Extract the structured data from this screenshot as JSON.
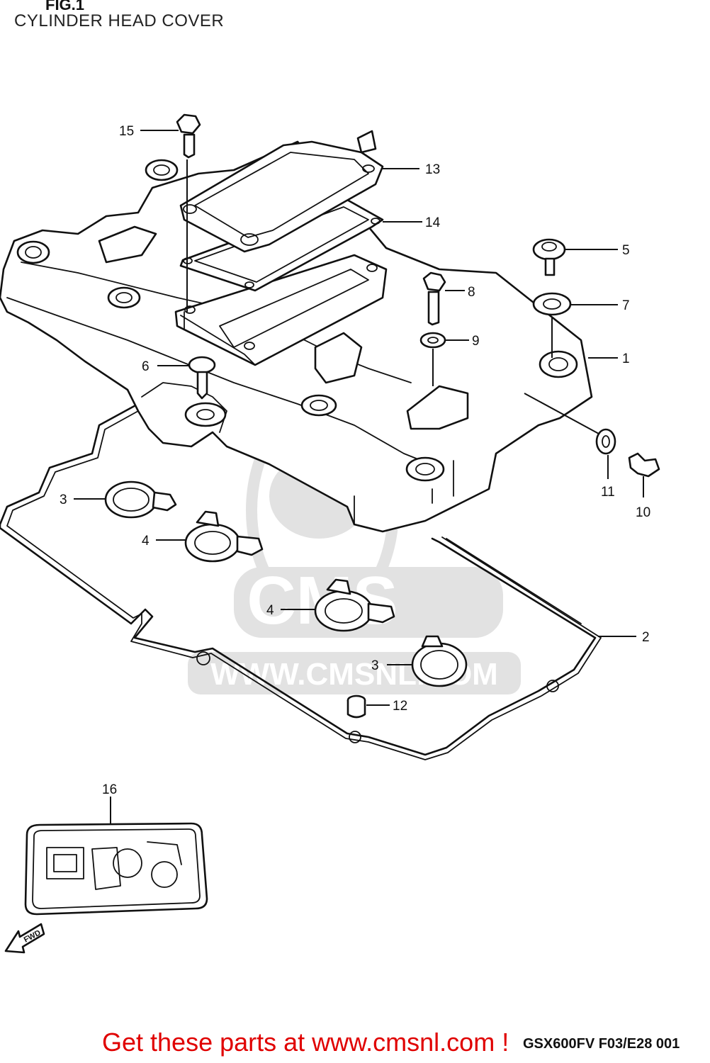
{
  "header": {
    "fig_id": "FIG.1",
    "caption": "CYLINDER HEAD COVER"
  },
  "watermark": {
    "brand": "CMS",
    "url": "WWW.CMSNL.COM"
  },
  "callouts": [
    {
      "num": "15"
    },
    {
      "num": "13"
    },
    {
      "num": "14"
    },
    {
      "num": "5"
    },
    {
      "num": "8"
    },
    {
      "num": "7"
    },
    {
      "num": "9"
    },
    {
      "num": "1"
    },
    {
      "num": "6"
    },
    {
      "num": "11"
    },
    {
      "num": "10"
    },
    {
      "num": "3"
    },
    {
      "num": "4"
    },
    {
      "num": "4"
    },
    {
      "num": "2"
    },
    {
      "num": "3"
    },
    {
      "num": "12"
    },
    {
      "num": "16"
    }
  ],
  "direction_marker": "FWD",
  "model_code": "GSX600FV F03/E28 001",
  "promo_text": "Get these parts at www.cmsnl.com !"
}
